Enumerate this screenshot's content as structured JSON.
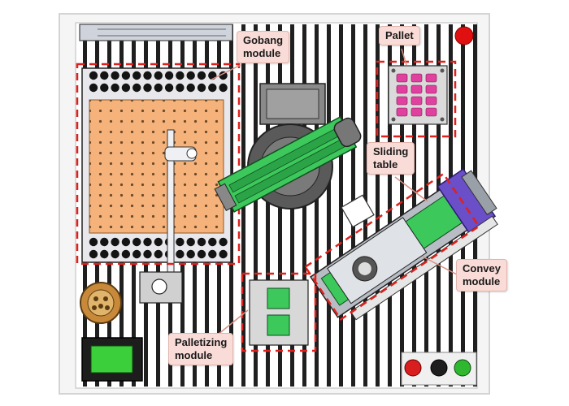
{
  "labels": {
    "gobang": "Gobang\nmodule",
    "pallet": "Pallet",
    "sliding": "Sliding\ntable",
    "convey": "Convey\nmodule",
    "palletizing": "Palletizing\nmodule"
  },
  "colors": {
    "frame_bg": "#f4f4f4",
    "rail": "#1f1f1f",
    "board": "#f5b27a",
    "robot_arm": "#3cc85a",
    "pallet_cell": "#e0409e",
    "motor": "#6a4fc8",
    "highlight_dash": "#e0201c",
    "callout_bg": "#f9dcd7",
    "screen": "#3ccf3c",
    "emergency_stop": "#e01010"
  },
  "icons": [
    "emergency-stop-icon",
    "stop-button-icon",
    "start-button-icon",
    "touch-screen-icon",
    "spool-icon"
  ]
}
